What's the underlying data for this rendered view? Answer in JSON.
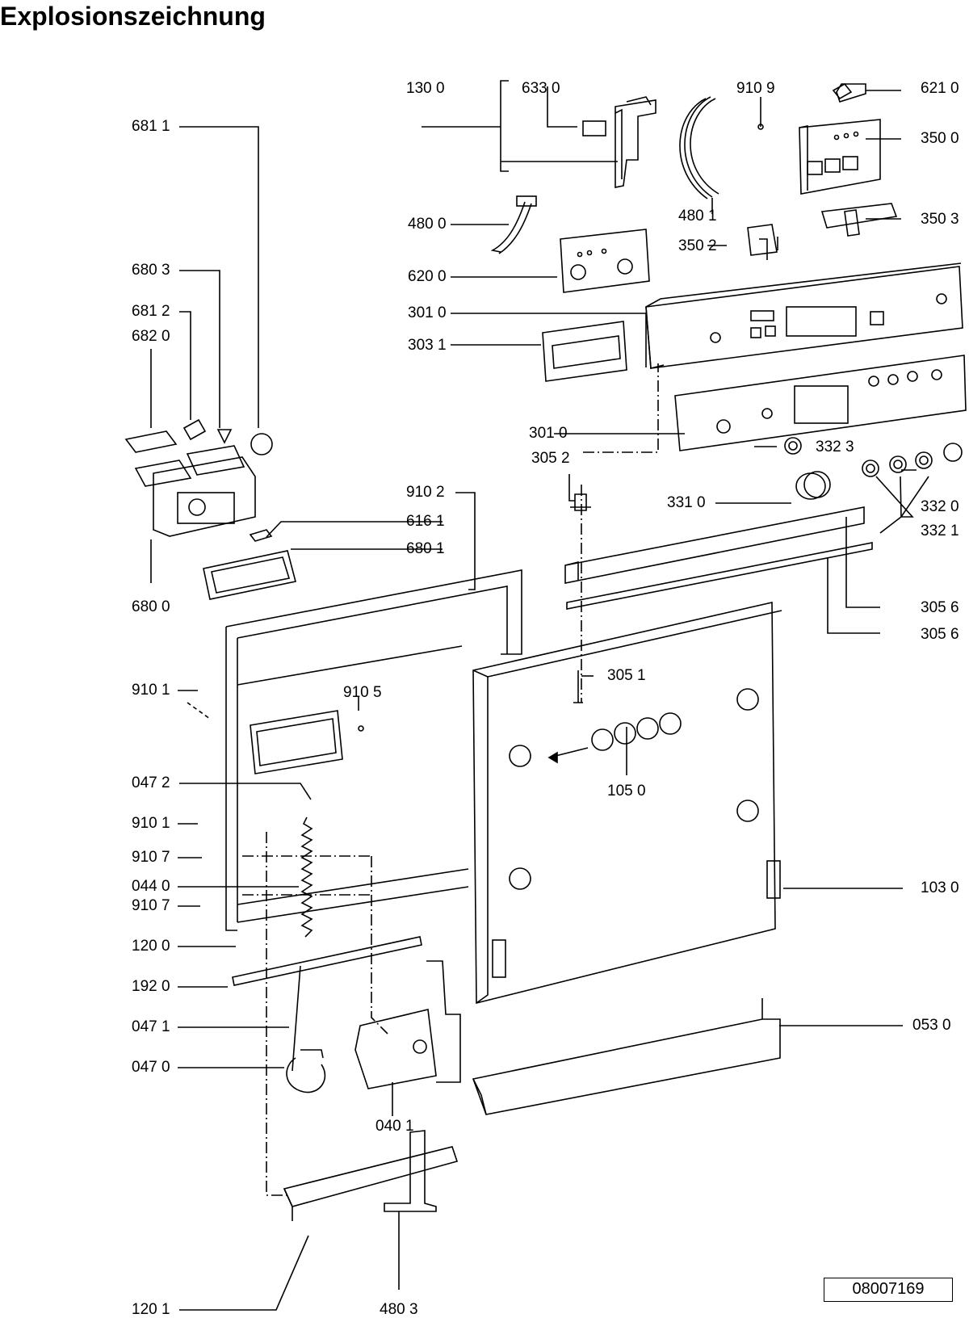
{
  "title": "Explosionszeichnung",
  "document_number": "08007169",
  "part_labels": [
    "130 0",
    "633 0",
    "910 9",
    "621 0",
    "681 1",
    "350 0",
    "480 0",
    "480 1",
    "350 3",
    "350 2",
    "680 3",
    "620 0",
    "681 2",
    "301 0",
    "682 0",
    "303 1",
    "301 0",
    "332 3",
    "305 2",
    "910 2",
    "331 0",
    "332 0",
    "616 1",
    "332 1",
    "680 1",
    "680 0",
    "305 6",
    "305 6",
    "910 1",
    "305 1",
    "910 5",
    "047 2",
    "105 0",
    "910 1",
    "910 7",
    "044 0",
    "103 0",
    "910 7",
    "120 0",
    "192 0",
    "047 1",
    "053 0",
    "047 0",
    "040 1",
    "120 1",
    "480 3"
  ]
}
